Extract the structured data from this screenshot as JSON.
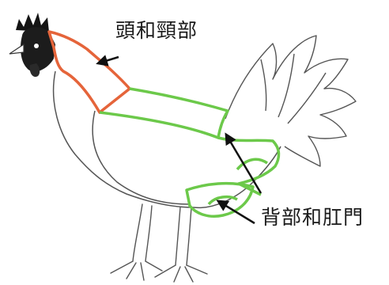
{
  "labels": {
    "head_neck": "頭和頸部",
    "back_vent": "背部和肛門"
  },
  "colors": {
    "head_neck_region": "#e5643a",
    "back_vent_region": "#6cc94a",
    "comb": "#141414",
    "outline": "#555555",
    "arrow": "#111111"
  },
  "icons": {
    "bird": "chicken-illustration",
    "arrow": "arrow-pointer"
  }
}
